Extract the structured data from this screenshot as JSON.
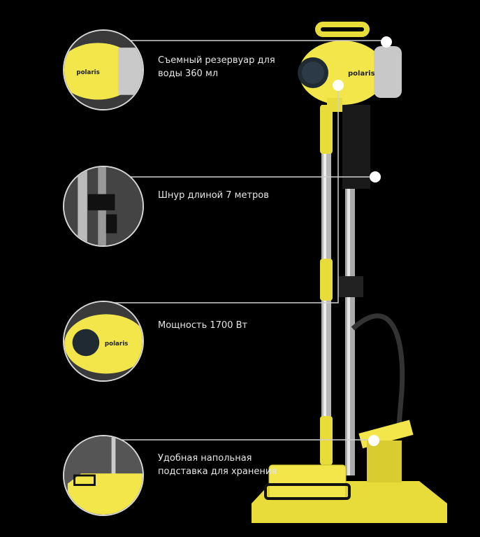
{
  "brand": "polaris",
  "features": [
    {
      "line1": "Съемный резервуар для",
      "line2": "воды 360 мл"
    },
    {
      "line1": "Шнур длиной 7 метров",
      "line2": ""
    },
    {
      "line1": "Мощность 1700 Вт",
      "line2": ""
    },
    {
      "line1": "Удобная напольная",
      "line2": "подставка для хранения"
    }
  ],
  "colors": {
    "product_yellow": "#f2e64a",
    "background": "#000000",
    "callout_line": "#d0d0d0"
  }
}
